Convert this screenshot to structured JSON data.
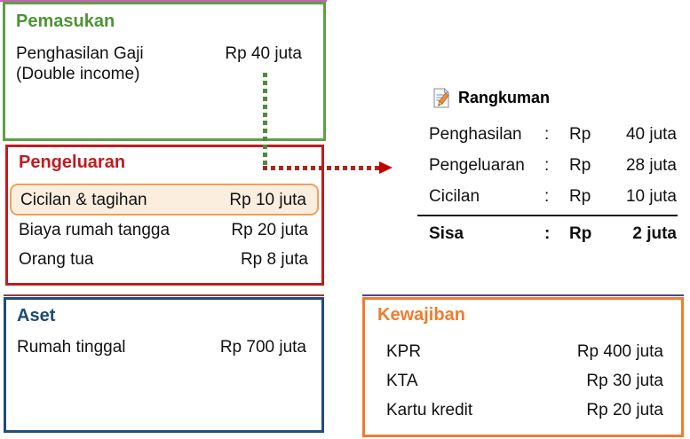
{
  "pemasukan": {
    "title": "Pemasukan",
    "item": {
      "label_line1": "Penghasilan Gaji",
      "label_line2": "(Double income)",
      "value": "Rp 40 juta"
    }
  },
  "pengeluaran": {
    "title": "Pengeluaran",
    "items": [
      {
        "label": "Cicilan & tagihan",
        "value": "Rp 10 juta",
        "highlighted": true
      },
      {
        "label": "Biaya rumah tangga",
        "value": "Rp 20 juta",
        "highlighted": false
      },
      {
        "label": "Orang tua",
        "value": "Rp 8 juta",
        "highlighted": false
      }
    ]
  },
  "aset": {
    "title": "Aset",
    "items": [
      {
        "label": "Rumah tinggal",
        "value": "Rp 700 juta"
      }
    ]
  },
  "kewajiban": {
    "title": "Kewajiban",
    "items": [
      {
        "label": "KPR",
        "value": "Rp 400 juta"
      },
      {
        "label": "KTA",
        "value": "Rp 30 juta"
      },
      {
        "label": "Kartu kredit",
        "value": "Rp 20 juta"
      }
    ]
  },
  "rangkuman": {
    "icon": "memo-icon",
    "title": "Rangkuman",
    "rows": [
      {
        "label": "Penghasilan",
        "colon": ":",
        "currency": "Rp",
        "value": "40 juta"
      },
      {
        "label": "Pengeluaran",
        "colon": ":",
        "currency": "Rp",
        "value": "28 juta"
      },
      {
        "label": "Cicilan",
        "colon": ":",
        "currency": "Rp",
        "value": "10 juta"
      }
    ],
    "total": {
      "label": "Sisa",
      "colon": ":",
      "currency": "Rp",
      "value": "2 juta"
    }
  },
  "colors": {
    "pemasukan_border": "#5fa045",
    "pemasukan_title": "#4c9433",
    "pengeluaran": "#c01b20",
    "aset": "#1f4e79",
    "kewajiban": "#ee7d2f",
    "highlight_bg": "#fceedf",
    "highlight_border": "#eda05f",
    "connector_green": "#4c8c38",
    "connector_red": "#aa241c",
    "arrow": "#c30000"
  }
}
